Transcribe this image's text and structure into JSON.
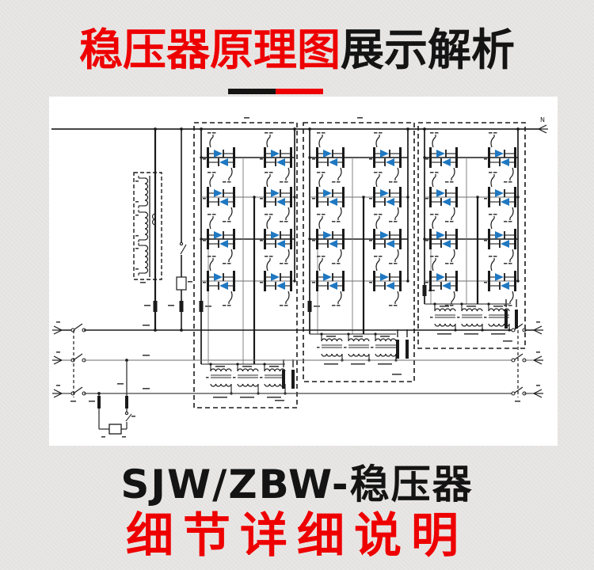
{
  "header": {
    "title_red": "稳压器原理图",
    "title_black": "展示解析"
  },
  "footer": {
    "model_line": "SJW/ZBW-稳压器",
    "detail_line": "细节详细说明"
  },
  "colors": {
    "accent_red": "#ee0000",
    "text_black": "#141414",
    "page_background": "#e9e7e5",
    "panel_white": "#ffffff",
    "line_dark": "#1a1a1a",
    "line_gray": "#6e6e6e",
    "thyristor_blue": "#1f78c1"
  },
  "schematic": {
    "type": "circuit-diagram",
    "description": "three-phase thyristor voltage stabilizer main circuit",
    "neutral_label": "N",
    "thyristor_boxes": 3,
    "thyristor_columns_per_box": 2,
    "thyristor_rows_per_box": 4,
    "transformers_per_box": 3,
    "input_phase_lines": 3,
    "output_phase_lines": 3
  }
}
